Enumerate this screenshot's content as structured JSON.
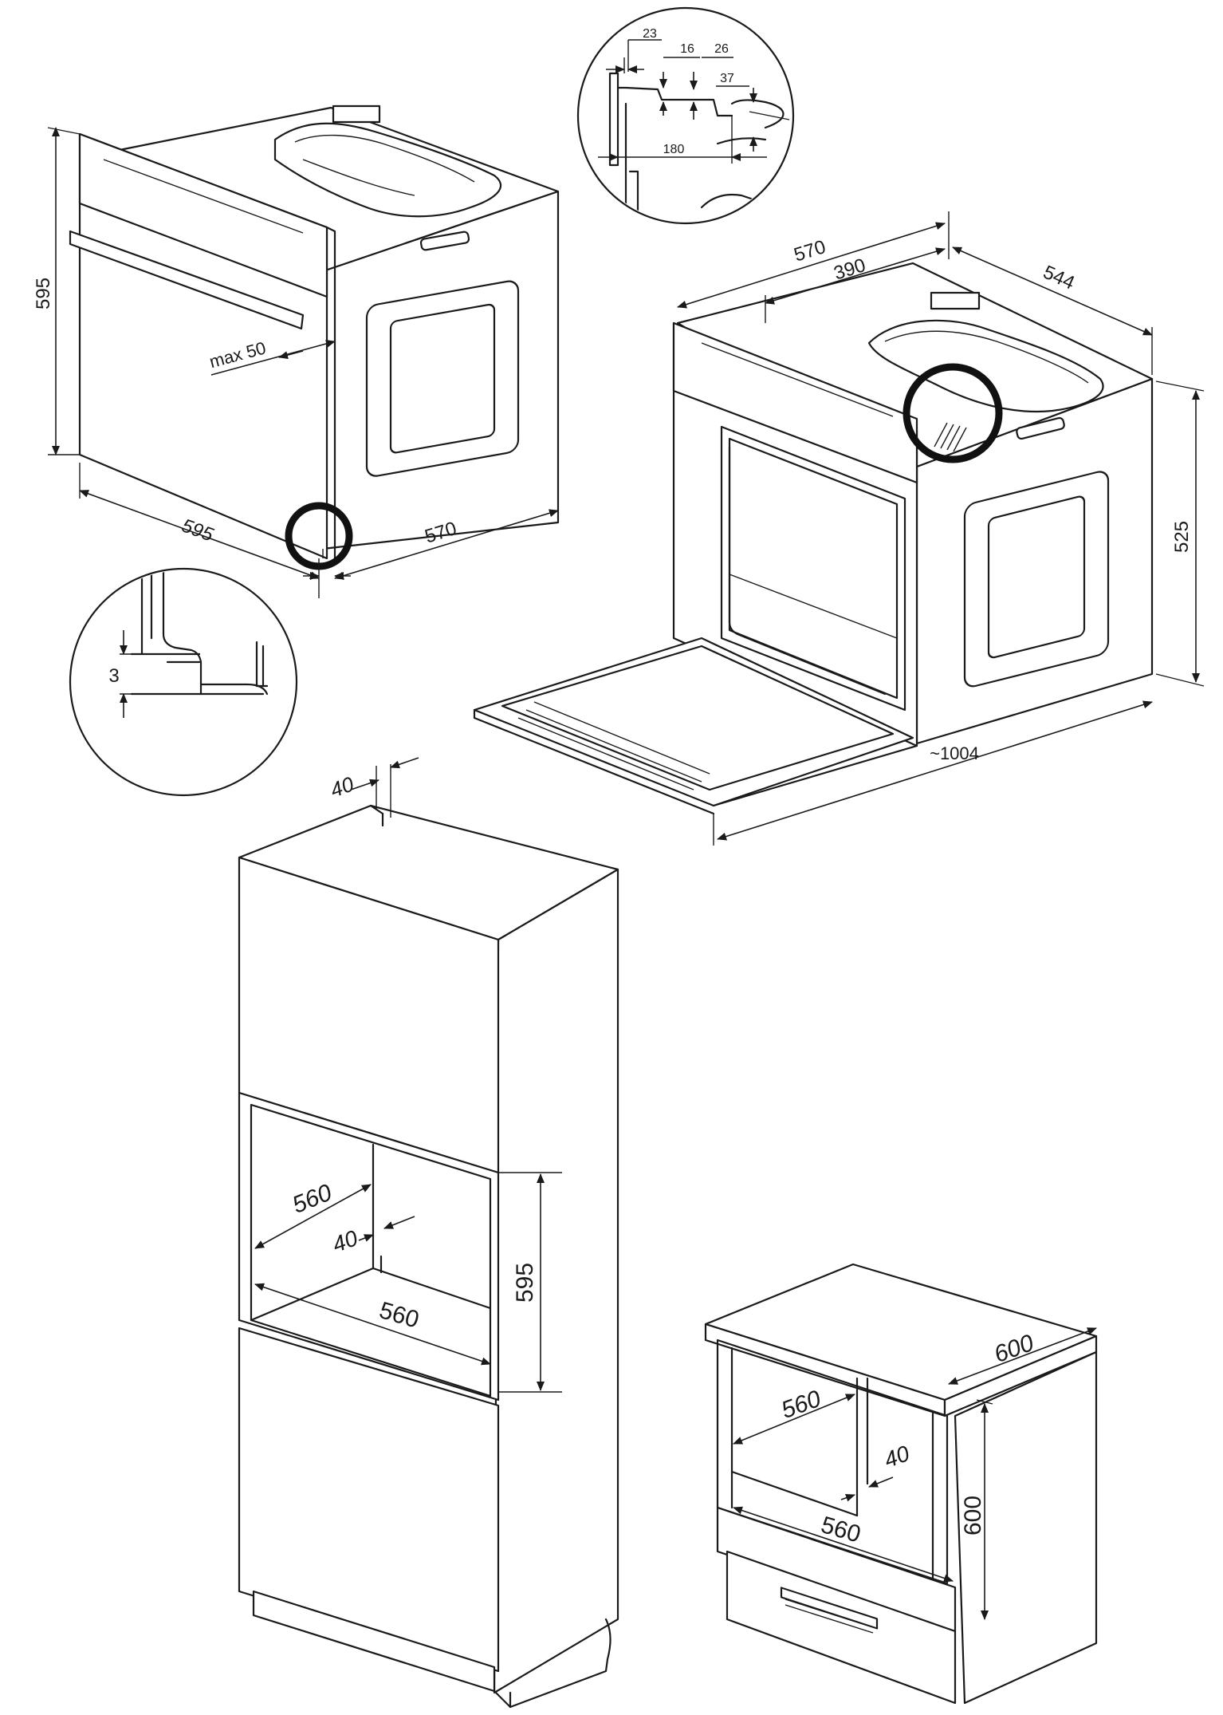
{
  "drawing": {
    "oven_side_view": {
      "height": "595",
      "width": "595",
      "depth": "570",
      "door_gap": "max 50"
    },
    "detail_bottom": {
      "gap": "3"
    },
    "detail_top": {
      "d1": "23",
      "d2": "16",
      "d3": "26",
      "d4": "37",
      "d5": "180"
    },
    "oven_open_view": {
      "width": "570",
      "inner": "390",
      "depth": "544",
      "height": "525",
      "open_depth": "~1004"
    },
    "tall_cabinet": {
      "top_gap": "40",
      "depth": "560",
      "back_gap": "40",
      "width": "560",
      "height": "595"
    },
    "base_cabinet": {
      "top_depth": "600",
      "depth": "560",
      "back_gap": "40",
      "width": "560",
      "height": "600"
    }
  }
}
